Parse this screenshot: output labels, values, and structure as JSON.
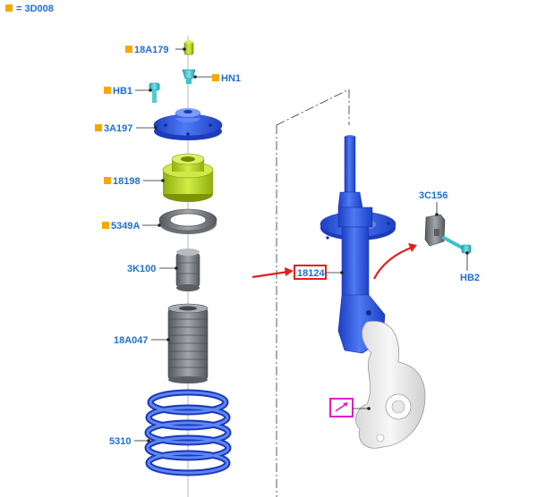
{
  "legend": {
    "symbol_color": "#f5a800",
    "text": "= 3D008"
  },
  "labels": {
    "p18A179": "18A179",
    "pHN1": "HN1",
    "pHB1": "HB1",
    "p3A197": "3A197",
    "p18198": "18198",
    "p5349A": "5349A",
    "p3K100": "3K100",
    "p18A047": "18A047",
    "p5310": "5310",
    "p18124": "18124",
    "p3C156": "3C156",
    "pHB2": "HB2"
  },
  "colors": {
    "label_blue": "#1f6fcf",
    "part_blue": "#2a55e0",
    "part_green": "#b4d41e",
    "part_gray": "#7f8389",
    "highlight_red": "#e02020",
    "callout_magenta": "#e020c0"
  }
}
